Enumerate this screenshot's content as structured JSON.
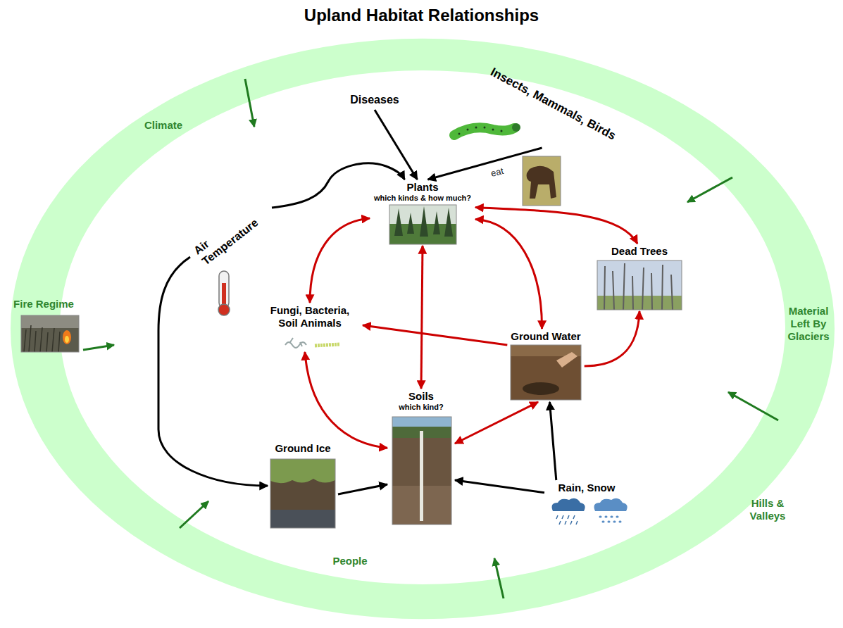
{
  "diagram": {
    "title": "Upland Habitat Relationships",
    "nodes": [
      {
        "text": [
          "Climate",
          "Fire Regime",
          "Material Left By Glaciers",
          "Hills & Valleys",
          "People"
        ]
      },
      {
        "text": [
          "Diseases"
        ]
      },
      {
        "text": [
          "Insects, Mammals, Birds"
        ]
      },
      {
        "text": [
          "Air Temperature"
        ]
      },
      {
        "text": [
          "Plants",
          "which kinds & how much?"
        ]
      },
      {
        "text": [
          "Dead Trees"
        ]
      },
      {
        "text": [
          "Fungi, Bacteria, Soil Animals"
        ]
      },
      {
        "text": [
          "Ground Water"
        ]
      },
      {
        "text": [
          "Ground Ice"
        ]
      },
      {
        "text": [
          "Soils",
          "which kind?"
        ]
      },
      {
        "text": [
          "Rain, Snow"
        ]
      }
    ],
    "edges": [
      {
        "from": 1,
        "to": 4,
        "arrow": "to"
      },
      {
        "from": 2,
        "to": 4,
        "label": "eat",
        "arrow": "to"
      },
      {
        "from": 3,
        "to": 4,
        "arrow": "to"
      },
      {
        "from": 3,
        "to": 8,
        "arrow": "to"
      },
      {
        "from": 4,
        "to": 6,
        "arrow": "both"
      },
      {
        "from": 4,
        "to": 9,
        "arrow": "both"
      },
      {
        "from": 4,
        "to": 7,
        "arrow": "both"
      },
      {
        "from": 4,
        "to": 5,
        "arrow": "both"
      },
      {
        "from": 7,
        "to": 6,
        "arrow": "to"
      },
      {
        "from": 7,
        "to": 5,
        "arrow": "to"
      },
      {
        "from": 7,
        "to": 9,
        "arrow": "both"
      },
      {
        "from": 6,
        "to": 9,
        "arrow": "both"
      },
      {
        "from": 8,
        "to": 9,
        "arrow": "to"
      },
      {
        "from": 10,
        "to": 9,
        "arrow": "to"
      },
      {
        "from": 10,
        "to": 7,
        "arrow": "to"
      }
    ]
  }
}
